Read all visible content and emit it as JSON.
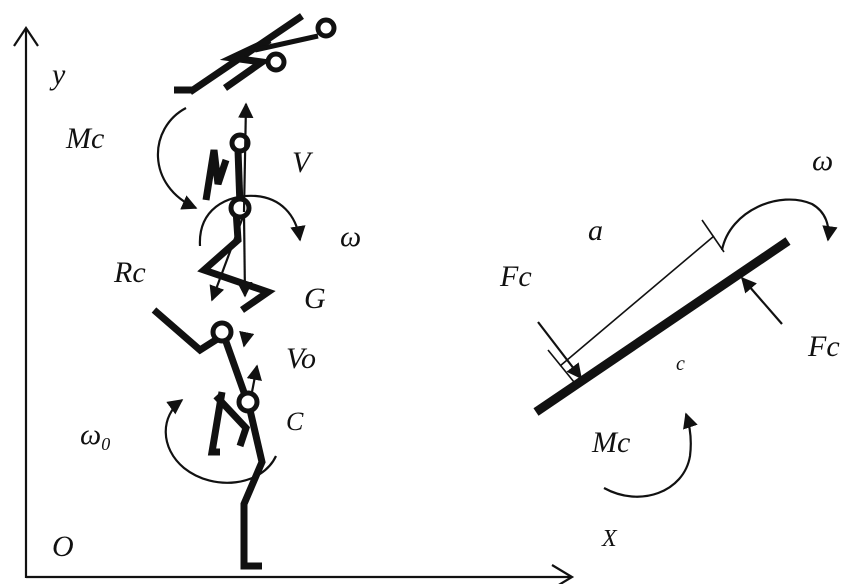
{
  "labels": {
    "y": "y",
    "x": "X",
    "origin": "O",
    "mc_left": "Mc",
    "v": "V",
    "omega_left": "ω",
    "rc": "Rc",
    "g": "G",
    "vo": "Vo",
    "c_left": "C",
    "omega0": "ω",
    "omega0_sub": "0",
    "a": "a",
    "fc_left": "Fc",
    "fc_right": "Fc",
    "omega_right": "ω",
    "c_right": "c",
    "mc_right": "Mc"
  },
  "colors": {
    "ink": "#111111",
    "background": "#ffffff"
  }
}
